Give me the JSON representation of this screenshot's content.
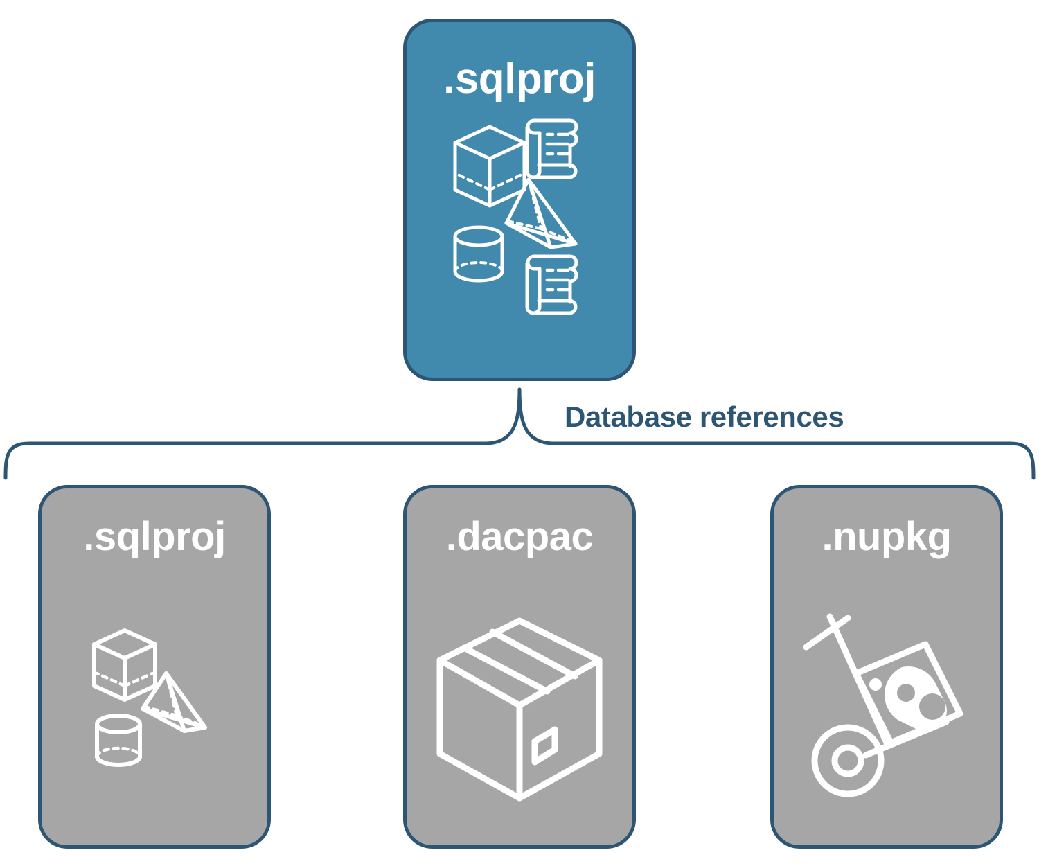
{
  "diagram": {
    "title": "Database references",
    "colors": {
      "primary_fill": "#4189AD",
      "secondary_fill": "#A6A6A6",
      "stroke": "#2D5574",
      "icon": "#FFFFFF",
      "label_text": "#2D5574",
      "card_text": "#FFFFFF",
      "background": "#FFFFFF"
    },
    "source": {
      "label": ".sqlproj",
      "style": "primary",
      "icons": [
        "cube-icon",
        "scroll-icon",
        "pyramid-icon",
        "cylinder-icon",
        "scroll-icon"
      ]
    },
    "connector": {
      "label": "Database references",
      "type": "brace",
      "from": ".sqlproj",
      "to": [
        ".sqlproj",
        ".dacpac",
        ".nupkg"
      ]
    },
    "targets": [
      {
        "label": ".sqlproj",
        "style": "secondary",
        "icons": [
          "cube-icon",
          "pyramid-icon",
          "cylinder-icon"
        ]
      },
      {
        "label": ".dacpac",
        "style": "secondary",
        "icons": [
          "package-box-icon"
        ]
      },
      {
        "label": ".nupkg",
        "style": "secondary",
        "icons": [
          "hand-truck-icon"
        ]
      }
    ]
  }
}
